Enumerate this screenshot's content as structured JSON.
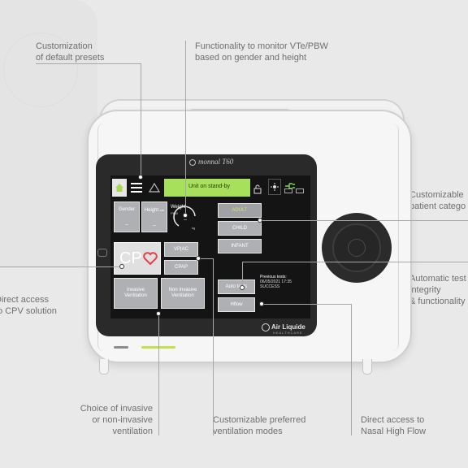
{
  "annotations": {
    "presets": "Customization\nof default presets",
    "vte": "Functionality to monitor VTe/PBW\nbased on gender and height",
    "patient_category": "Customizable\npatient catego",
    "cpv": "Direct access\nto CPV solution",
    "self_tests": "Automatic test\nintegrity\n& functionality",
    "invasive": "Choice of invasive\nor non-invasive\nventilation",
    "modes": "Customizable preferred\nventilation modes",
    "high_flow": "Direct access to\nNasal High Flow"
  },
  "device": {
    "brand": "monnal T60",
    "maker": "Air Liquide",
    "maker_sub": "HEALTHCARE"
  },
  "screen": {
    "status": "Unit on stand-by",
    "gender": "Gender",
    "height": "Height",
    "height_unit": "cm",
    "weight": "Weight",
    "weight_sub": "PBW",
    "weight_unit": "kg",
    "dash": "--",
    "cpv": "CP",
    "mode_vpac": "VP|AC",
    "mode_cpap": "CPAP",
    "invasive": "Invasive\nVentilation",
    "noninvasive": "Non Invasive\nVentilation",
    "adult": "ADULT",
    "child": "CHILD",
    "infant": "INFANT",
    "auto_tests": "Auto tests",
    "previous_tests": "Previous tests:",
    "previous_date": "06/05/2021 17:35",
    "previous_result": "SUCCESS",
    "hflow": "Hflow"
  },
  "colors": {
    "status_green": "#a7e05a",
    "cpv_red": "#e2404a",
    "led_green": "#c2e04c"
  }
}
